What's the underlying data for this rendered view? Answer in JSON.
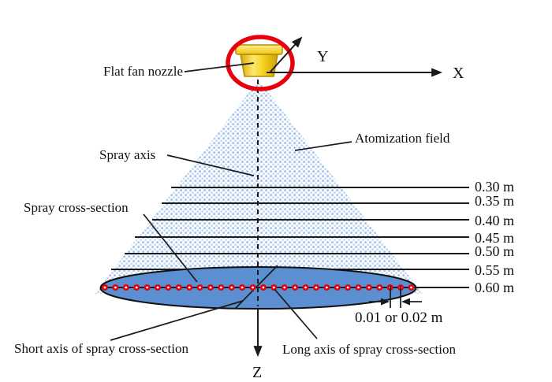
{
  "labels": {
    "flat_fan_nozzle": "Flat fan nozzle",
    "spray_axis": "Spray axis",
    "atomization_field": "Atomization field",
    "spray_cross_section": "Spray cross-section",
    "short_axis": "Short axis of spray cross-section",
    "long_axis": "Long axis of spray cross-section",
    "dot_spacing": "0.01 or 0.02 m",
    "axis_x": "X",
    "axis_y": "Y",
    "axis_z": "Z"
  },
  "distance_levels": [
    {
      "label": "0.30 m"
    },
    {
      "label": "0.35 m"
    },
    {
      "label": "0.40 m"
    },
    {
      "label": "0.45 m"
    },
    {
      "label": "0.50 m"
    },
    {
      "label": "0.55 m"
    },
    {
      "label": "0.60 m"
    }
  ],
  "sampling_dots": {
    "count": 30
  },
  "colors": {
    "highlight_red": "#e8000d",
    "cone_stipple_blue": "#a6c3ea",
    "cross_section_blue": "#5b8fd1",
    "nozzle_yellow": "#f6d322",
    "line_black": "#1a1a1a"
  }
}
